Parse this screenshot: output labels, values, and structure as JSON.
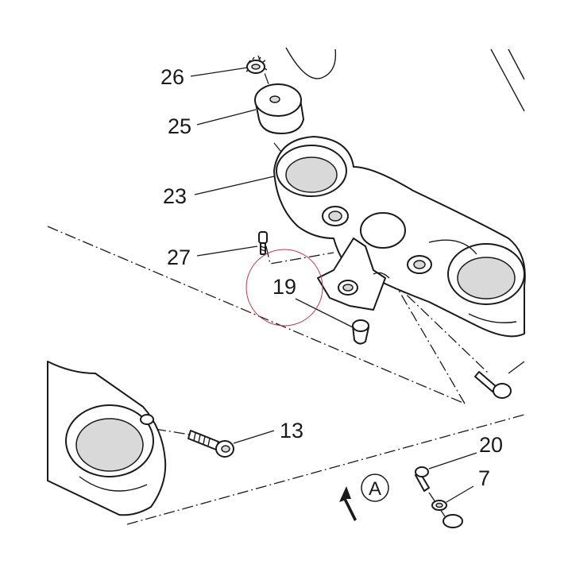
{
  "callouts": {
    "c26": "26",
    "c25": "25",
    "c23": "23",
    "c27": "27",
    "c19": "19",
    "c13": "13",
    "c20": "20",
    "c7": "7"
  },
  "view_marker": {
    "letter": "A"
  },
  "colors": {
    "line": "#1a1a1a",
    "highlight_circle": "#c0394b",
    "shade": "#d9d9d9"
  }
}
